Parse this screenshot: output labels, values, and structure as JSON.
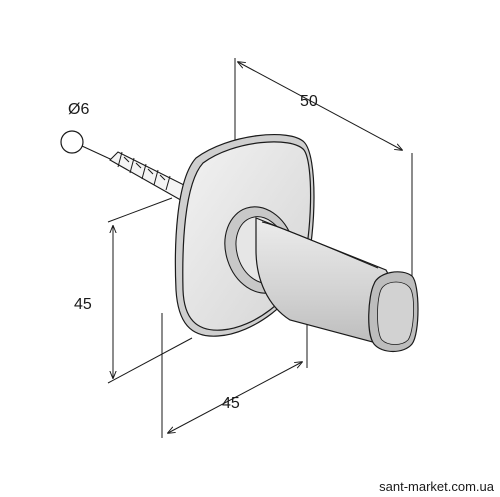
{
  "dimensions": {
    "diameter": "Ø6",
    "depth": "50",
    "height": "45",
    "width": "45"
  },
  "watermark": "sant-market.com.ua",
  "colors": {
    "line": "#1a1a1a",
    "plate_fill": "#e4e4e4",
    "plate_inner": "#c2c2c2",
    "tube_fill": "#dcdcdc",
    "cap_fill": "#c6c6c6",
    "background": "#ffffff"
  }
}
